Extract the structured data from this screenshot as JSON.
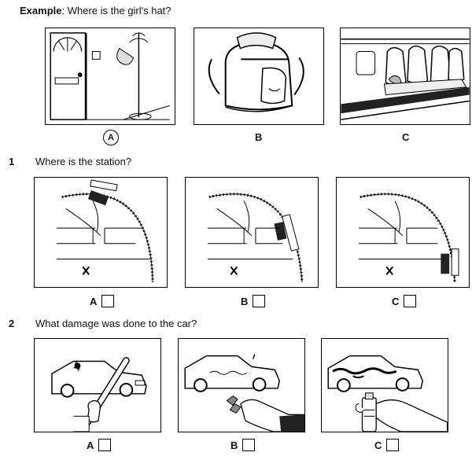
{
  "example": {
    "label": "Example",
    "question": ": Where is the girl's hat?",
    "options": [
      "A",
      "B",
      "C"
    ],
    "selected": "A"
  },
  "q1": {
    "number": "1",
    "question": "Where is the station?",
    "options": [
      "A",
      "B",
      "C"
    ]
  },
  "q2": {
    "number": "2",
    "question": "What damage was done to the car?",
    "options": [
      "A",
      "B",
      "C"
    ]
  }
}
